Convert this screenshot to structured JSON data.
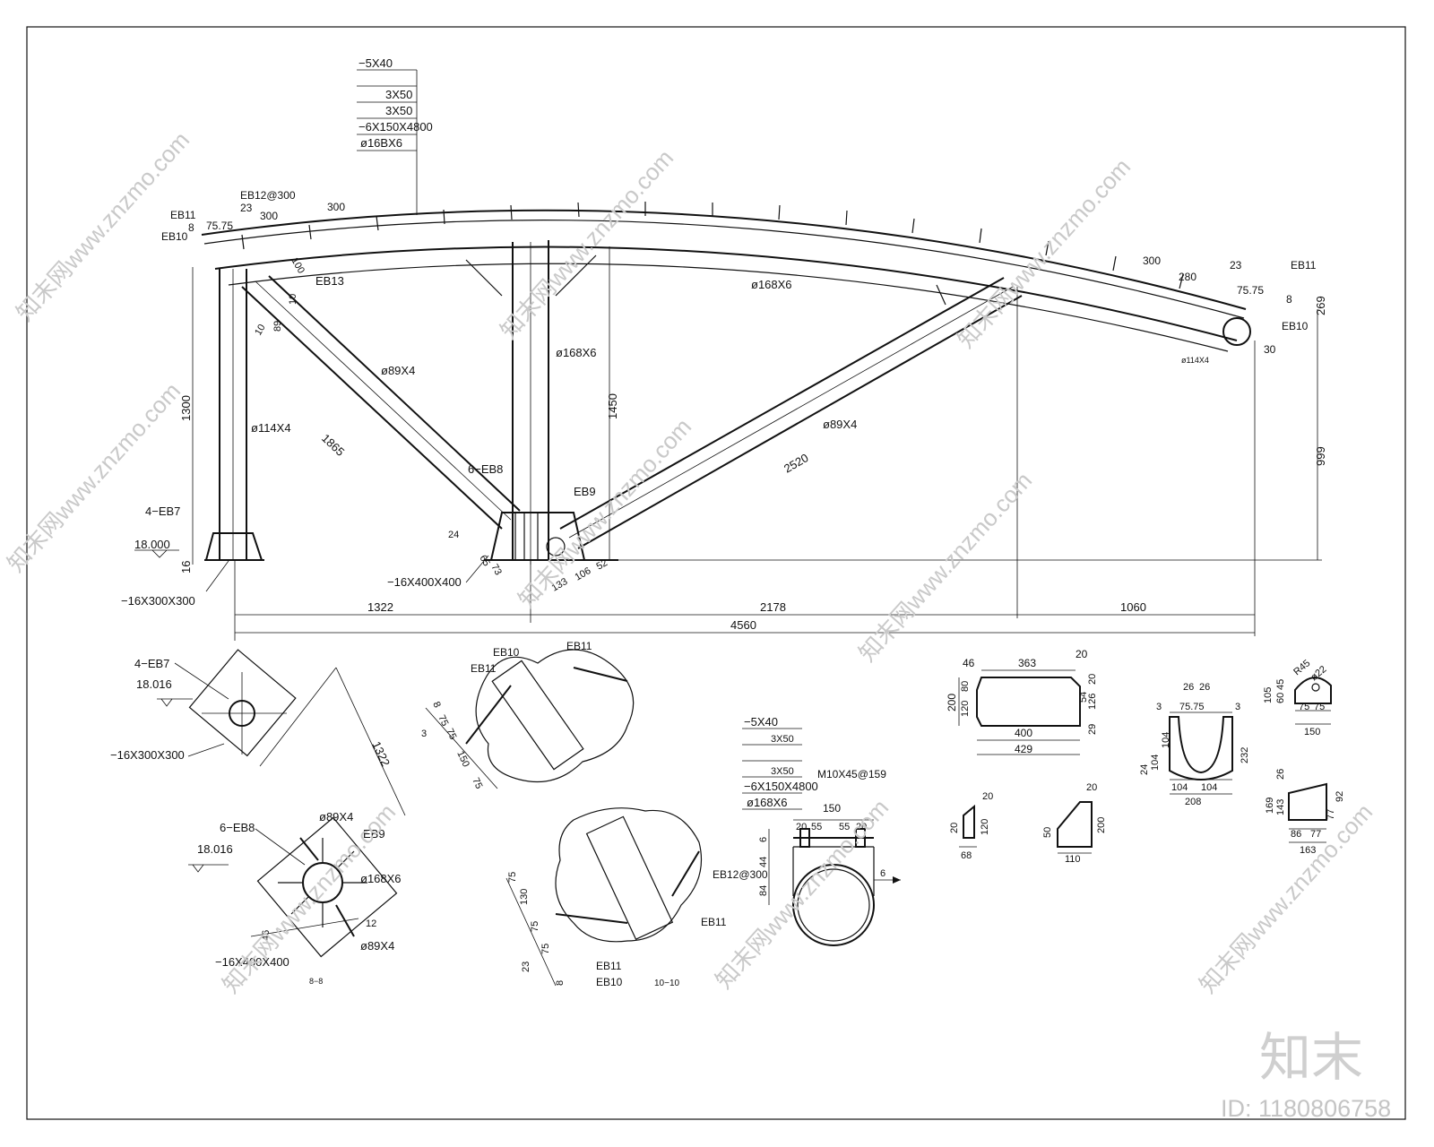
{
  "callout_top": [
    "−5X40",
    "3X50",
    "3X50",
    "−6X150X4800",
    "ø16BX6"
  ],
  "callout_left": [
    "EB11",
    "EB10",
    "EB12@300",
    "75.75",
    "300",
    "300",
    "23",
    "8"
  ],
  "callout_right": [
    "300",
    "280",
    "23",
    "EB11",
    "75.75",
    "8",
    "EB10",
    "30",
    "ø114X4"
  ],
  "members": {
    "top_chord": "ø168X6",
    "mid_post": "ø168X6",
    "left_post": "ø114X4",
    "left_diag": "ø89X4",
    "right_diag": "ø89X4",
    "eb13": "EB13",
    "eb9": "EB9",
    "eb8": "6−EB8",
    "eb7": "4−EB7",
    "plate_left": "−16X300X300",
    "plate_mid": "−16X400X400",
    "elev": "18.000"
  },
  "dims_main": {
    "h1300": "1300",
    "h1450": "1450",
    "h999": "999",
    "h269": "269",
    "d1865": "1865",
    "d2520": "2520",
    "s1322": "1322",
    "s2178": "2178",
    "s1060": "1060",
    "total": "4560",
    "d16": "16",
    "d100": "100",
    "d10a": "10",
    "d10b": "10",
    "d89": "89",
    "d24": "24",
    "d65": "65",
    "d73": "73",
    "d133": "133",
    "d106": "106",
    "d52": "52"
  },
  "detail_7": {
    "eb7": "4−EB7",
    "elev": "18.016",
    "plate": "−16X300X300",
    "dim": "1322"
  },
  "detail_8": {
    "eb8": "6−EB8",
    "elev": "18.016",
    "pipe1": "ø89X4",
    "eb9": "EB9",
    "pipe2": "ø168X6",
    "d12": "12",
    "d46": "46",
    "plate": "−16X400X400",
    "pipe3": "ø89X4",
    "caption": "8−8"
  },
  "detail_9": {
    "eb10": "EB10",
    "eb11a": "EB11",
    "eb11b": "EB11",
    "dims": [
      "8",
      "75",
      "75",
      "150",
      "75"
    ],
    "d3": "3"
  },
  "detail_10": {
    "dims": [
      "75",
      "130",
      "75",
      "75",
      "23",
      "8"
    ],
    "eb11a": "EB11",
    "eb11b": "EB11",
    "eb10": "EB10",
    "caption": "10−10"
  },
  "detail_purlin": {
    "lines": [
      "−5X40",
      "3X50",
      "3X50",
      "−6X150X4800",
      "ø168X6"
    ],
    "bolt": "M10X45@159",
    "w150": "150",
    "d20a": "20",
    "d55a": "55",
    "d55b": "55",
    "d20b": "20",
    "d6a": "6",
    "d44": "44",
    "d84": "84",
    "eb12": "EB12@300",
    "d6b": "6"
  },
  "plate_a": {
    "d46": "46",
    "d363": "363",
    "d20a": "20",
    "d200": "200",
    "d120": "120",
    "d80": "80",
    "d126": "126",
    "d54": "54",
    "d20b": "20",
    "d29": "29",
    "d400": "400",
    "d429": "429"
  },
  "plate_b": {
    "d20": "20",
    "d120": "120",
    "d20b": "20",
    "d68": "68"
  },
  "plate_c": {
    "d20": "20",
    "d50": "50",
    "d200": "200",
    "d110": "110"
  },
  "plate_d": {
    "d26a": "26",
    "d26b": "26",
    "d3a": "3",
    "d7575": "75.75",
    "d3b": "3",
    "d24": "24",
    "d104a": "104",
    "d104b": "104",
    "d232": "232",
    "d104c": "104",
    "d104d": "104",
    "d208": "208"
  },
  "plate_e": {
    "d105": "105",
    "d45": "45",
    "d60": "60",
    "r45": "R45",
    "d22": "ø22",
    "d75a": "75",
    "d75b": "75",
    "d150": "150"
  },
  "plate_f": {
    "d26": "26",
    "d169": "169",
    "d143": "143",
    "d77": "77",
    "d92": "92",
    "d86": "86",
    "d77b": "77",
    "d163": "163"
  },
  "watermark": {
    "text": "知末网www.znzmo.com",
    "brand": "知末",
    "id": "ID: 1180806758"
  }
}
